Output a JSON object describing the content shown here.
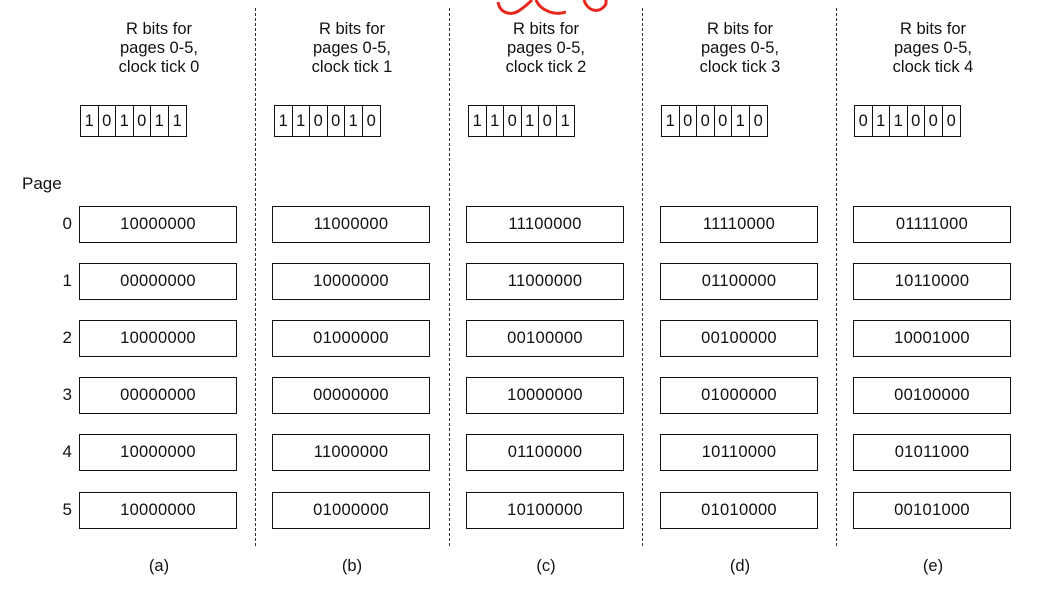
{
  "row_header": "Page",
  "pages": [
    "0",
    "1",
    "2",
    "3",
    "4",
    "5"
  ],
  "columns": [
    {
      "header": [
        "R bits for",
        "pages 0-5,",
        "clock tick 0"
      ],
      "r_bits": [
        "1",
        "0",
        "1",
        "0",
        "1",
        "1"
      ],
      "counters": [
        "10000000",
        "00000000",
        "10000000",
        "00000000",
        "10000000",
        "10000000"
      ],
      "label": "(a)"
    },
    {
      "header": [
        "R bits for",
        "pages 0-5,",
        "clock tick 1"
      ],
      "r_bits": [
        "1",
        "1",
        "0",
        "0",
        "1",
        "0"
      ],
      "counters": [
        "11000000",
        "10000000",
        "01000000",
        "00000000",
        "11000000",
        "01000000"
      ],
      "label": "(b)"
    },
    {
      "header": [
        "R bits for",
        "pages 0-5,",
        "clock tick 2"
      ],
      "r_bits": [
        "1",
        "1",
        "0",
        "1",
        "0",
        "1"
      ],
      "counters": [
        "11100000",
        "11000000",
        "00100000",
        "10000000",
        "01100000",
        "10100000"
      ],
      "label": "(c)"
    },
    {
      "header": [
        "R bits for",
        "pages 0-5,",
        "clock tick 3"
      ],
      "r_bits": [
        "1",
        "0",
        "0",
        "0",
        "1",
        "0"
      ],
      "counters": [
        "11110000",
        "01100000",
        "00100000",
        "01000000",
        "10110000",
        "01010000"
      ],
      "label": "(d)"
    },
    {
      "header": [
        "R bits for",
        "pages 0-5,",
        "clock tick 4"
      ],
      "r_bits": [
        "0",
        "1",
        "1",
        "0",
        "0",
        "0"
      ],
      "counters": [
        "01111000",
        "10110000",
        "10001000",
        "00100000",
        "01011000",
        "00101000"
      ],
      "label": "(e)"
    }
  ],
  "colors": {
    "ink": "#111111",
    "divider": "#333333",
    "scribble": "#e8281e"
  }
}
